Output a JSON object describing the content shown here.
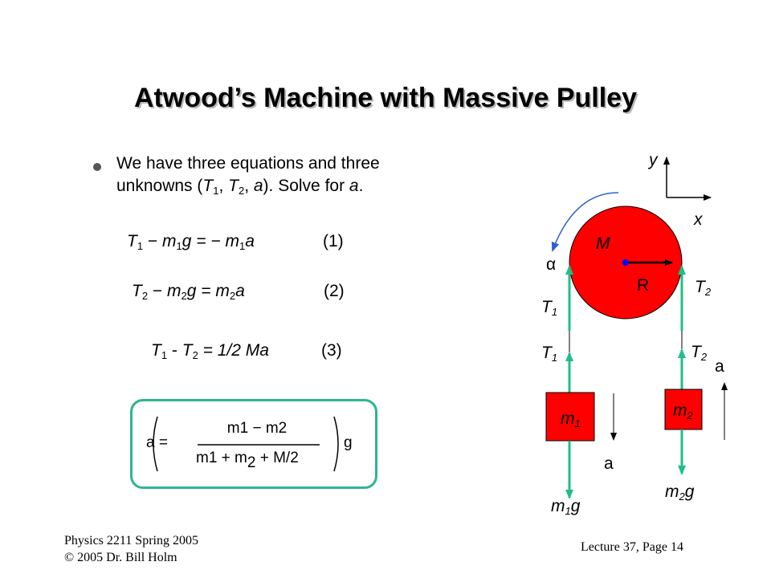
{
  "title": "Atwood’s Machine with Massive Pulley",
  "bullet": {
    "line1": "We have three equations and three",
    "line2_prefix": "unknowns (",
    "line2_mid1": ", ",
    "line2_mid2": ", ",
    "line2_var": "a",
    "line2_suffix": "). Solve for ",
    "line2_end": "."
  },
  "equations": {
    "eq1": {
      "lhs_a": "T",
      "sub_a": "1",
      "op1": " − ",
      "lhs_b": "m",
      "sub_b": "1",
      "rhs": "g  = − ",
      "rhs_m": "m",
      "rhs_sub": "1",
      "rhs_end": "a",
      "num": "(1)"
    },
    "eq2": {
      "lhs_a": "T",
      "sub_a": "2",
      "op1": " − ",
      "lhs_b": "m",
      "sub_b": "2",
      "rhs": "g = ",
      "rhs_m": "m",
      "rhs_sub": "2",
      "rhs_end": "a",
      "num": "(2)"
    },
    "eq3": {
      "lhs_a": "T",
      "sub_a": "1",
      "op1": " - ",
      "lhs_b": "T",
      "sub_b": "2",
      "rhs": " = 1/2 Ma",
      "num": "(3)"
    }
  },
  "formula": {
    "lhs": "a =",
    "num": "m1 − m2",
    "den_a": "m1 + m",
    "den_b": "2",
    "den_c": "+ M/2",
    "rhs": "g"
  },
  "diagram": {
    "y_label": "y",
    "x_label": "x",
    "mass_label": "M",
    "radius_label": "R",
    "alpha_label": "α",
    "t1_label": "T",
    "t2_label": "T",
    "one": "1",
    "two": "2",
    "a_label": "a",
    "m_label": "m",
    "g_label": "g",
    "colors": {
      "red": "#ff0000",
      "blue": "#0000ff",
      "green": "#1fbf86",
      "arrow_blue": "#2f5fcf"
    }
  },
  "footer": {
    "left_line1": "Physics 2211 Spring 2005",
    "left_line2": "© 2005 Dr. Bill Holm",
    "right": "Lecture 37, Page 14"
  }
}
